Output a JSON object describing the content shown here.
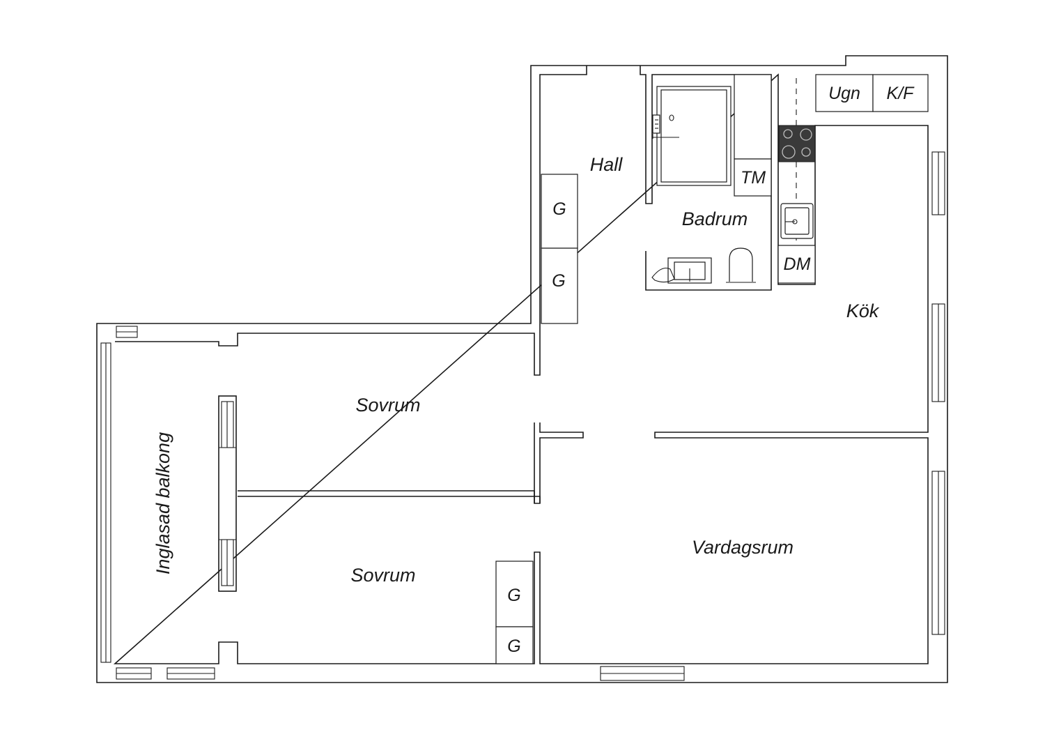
{
  "rooms": {
    "hall": "Hall",
    "badrum": "Badrum",
    "kok": "Kök",
    "sovrum_upper": "Sovrum",
    "sovrum_lower": "Sovrum",
    "vardagsrum": "Vardagsrum",
    "balkong": "Inglasad balkong"
  },
  "fixtures": {
    "ugn": "Ugn",
    "kf": "K/F",
    "tm": "TM",
    "dm": "DM",
    "g": "G"
  }
}
